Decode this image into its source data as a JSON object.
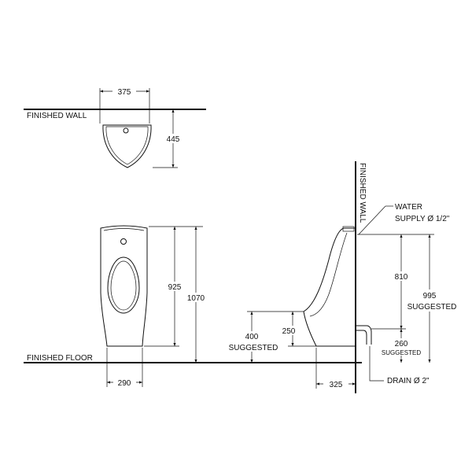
{
  "labels": {
    "finished_wall_top": "FINISHED WALL",
    "finished_wall_vertical": "FINISHED WALL",
    "finished_floor": "FINISHED FLOOR",
    "water_supply_line1": "WATER",
    "water_supply_line2": "SUPPLY Ø 1/2\"",
    "drain": "DRAIN Ø 2\"",
    "suggested": "SUGGESTED"
  },
  "dimensions": {
    "top_width": "375",
    "top_depth": "445",
    "front_height_body": "925",
    "front_height_total": "1070",
    "front_base_width": "290",
    "side_inlet_height": "810",
    "side_supply_height": "995",
    "side_drain_height": "260",
    "side_rim_height": "400",
    "side_lip_height": "250",
    "side_base_depth": "325"
  }
}
